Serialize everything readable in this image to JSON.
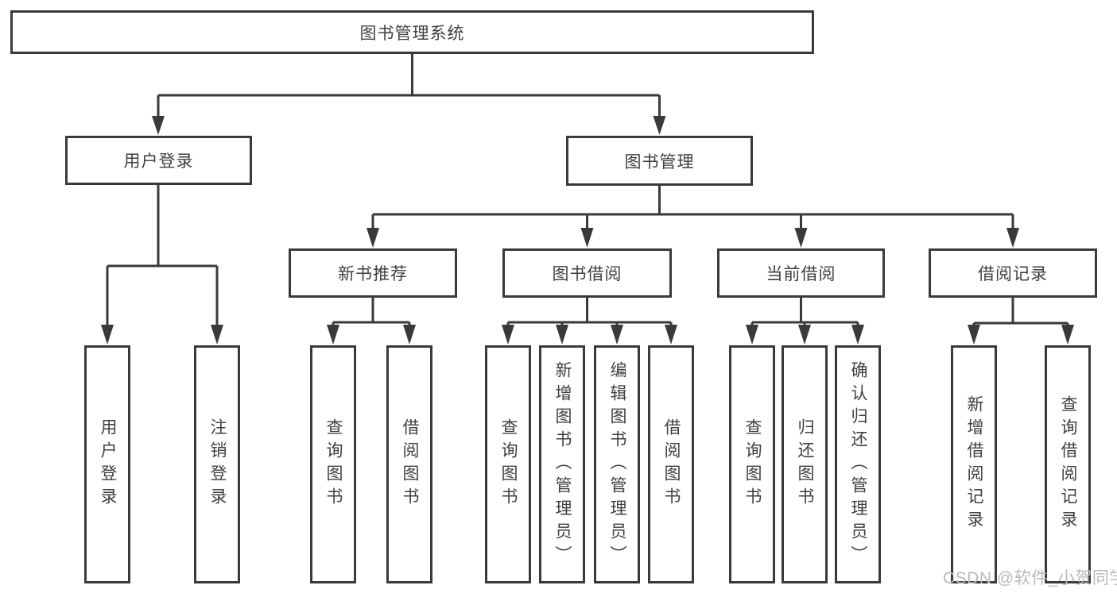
{
  "colors": {
    "line": "#3a3a3a",
    "box_border": "#3a3a3a",
    "text": "#3f3f3f",
    "background": "#ffffff",
    "watermark": "#b9b9b9"
  },
  "tree": {
    "root": {
      "label": "图书管理系统"
    },
    "branches": [
      {
        "label": "用户登录",
        "children": [
          {
            "label": "用户登录"
          },
          {
            "label": "注销登录"
          }
        ]
      },
      {
        "label": "图书管理",
        "children": [
          {
            "label": "新书推荐",
            "children": [
              {
                "label": "查询图书"
              },
              {
                "label": "借阅图书"
              }
            ]
          },
          {
            "label": "图书借阅",
            "children": [
              {
                "label": "查询图书"
              },
              {
                "label": "新增图书（管理员）"
              },
              {
                "label": "编辑图书（管理员）"
              },
              {
                "label": "借阅图书"
              }
            ]
          },
          {
            "label": "当前借阅",
            "children": [
              {
                "label": "查询图书"
              },
              {
                "label": "归还图书"
              },
              {
                "label": "确认归还（管理员）"
              }
            ]
          },
          {
            "label": "借阅记录",
            "children": [
              {
                "label": "新增借阅记录"
              },
              {
                "label": "查询借阅记录"
              }
            ]
          }
        ]
      }
    ]
  },
  "watermark": {
    "text": "CSDN @软件_小贺同学"
  }
}
